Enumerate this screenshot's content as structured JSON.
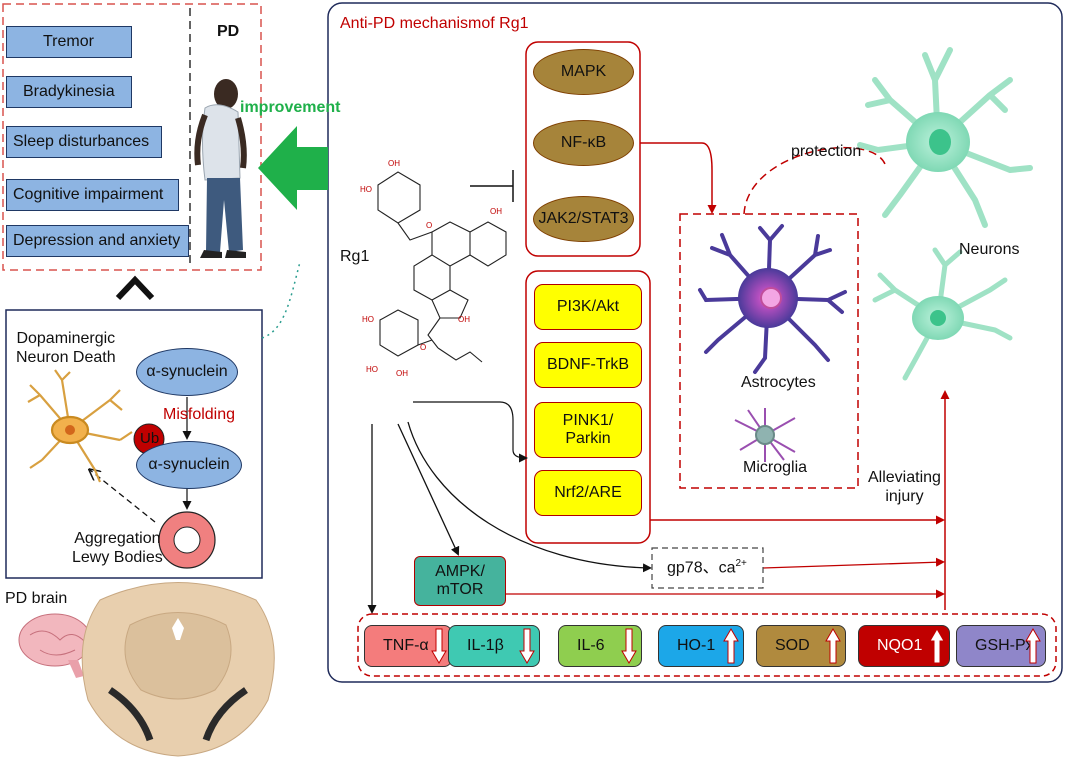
{
  "symptoms": {
    "items": [
      "Tremor",
      "Bradykinesia",
      "Sleep disturbances",
      "Cognitive impairment",
      "Depression and anxiety"
    ],
    "pd_label": "PD",
    "improvement": "improvement"
  },
  "pathology": {
    "dopaminergic": "Dopaminergic\nNeuron Death",
    "synuclein": "α-synuclein",
    "misfolding": "Misfolding",
    "ub": "Ub",
    "synuclein2": "α-synuclein",
    "aggregation": "Aggregation\nLewy Bodies",
    "pd_brain": "PD brain"
  },
  "mechanism": {
    "title": "Anti-PD mechanismof Rg1",
    "rg1": "Rg1",
    "inhibited": [
      "MAPK",
      "NF-κB",
      "JAK2/STAT3"
    ],
    "activated": [
      "PI3K/Akt",
      "BDNF-TrkB",
      "PINK1/\nParkin",
      "Nrf2/ARE"
    ],
    "protection": "protection",
    "astrocytes": "Astrocytes",
    "microglia": "Microglia",
    "neurons": "Neurons",
    "alleviating": "Alleviating\ninjury",
    "gp78": "gp78、ca",
    "gp78_sup": "2+",
    "ampk": "AMPK/\nmTOR"
  },
  "markers": [
    {
      "label": "TNF-α",
      "dir": "down",
      "color": "#f47c7c"
    },
    {
      "label": "IL-1β",
      "dir": "down",
      "color": "#3fc9b2"
    },
    {
      "label": "IL-6",
      "dir": "down",
      "color": "#8fce4f"
    },
    {
      "label": "HO-1",
      "dir": "up",
      "color": "#1ca7e8"
    },
    {
      "label": "SOD",
      "dir": "up",
      "color": "#b08a3e"
    },
    {
      "label": "NQO1",
      "dir": "up",
      "color": "#c00000"
    },
    {
      "label": "GSH-Px",
      "dir": "up",
      "color": "#8f86c9"
    }
  ],
  "colors": {
    "dark_red": "#c00000",
    "green": "#1fb04a",
    "navy": "#1f2a5a"
  }
}
